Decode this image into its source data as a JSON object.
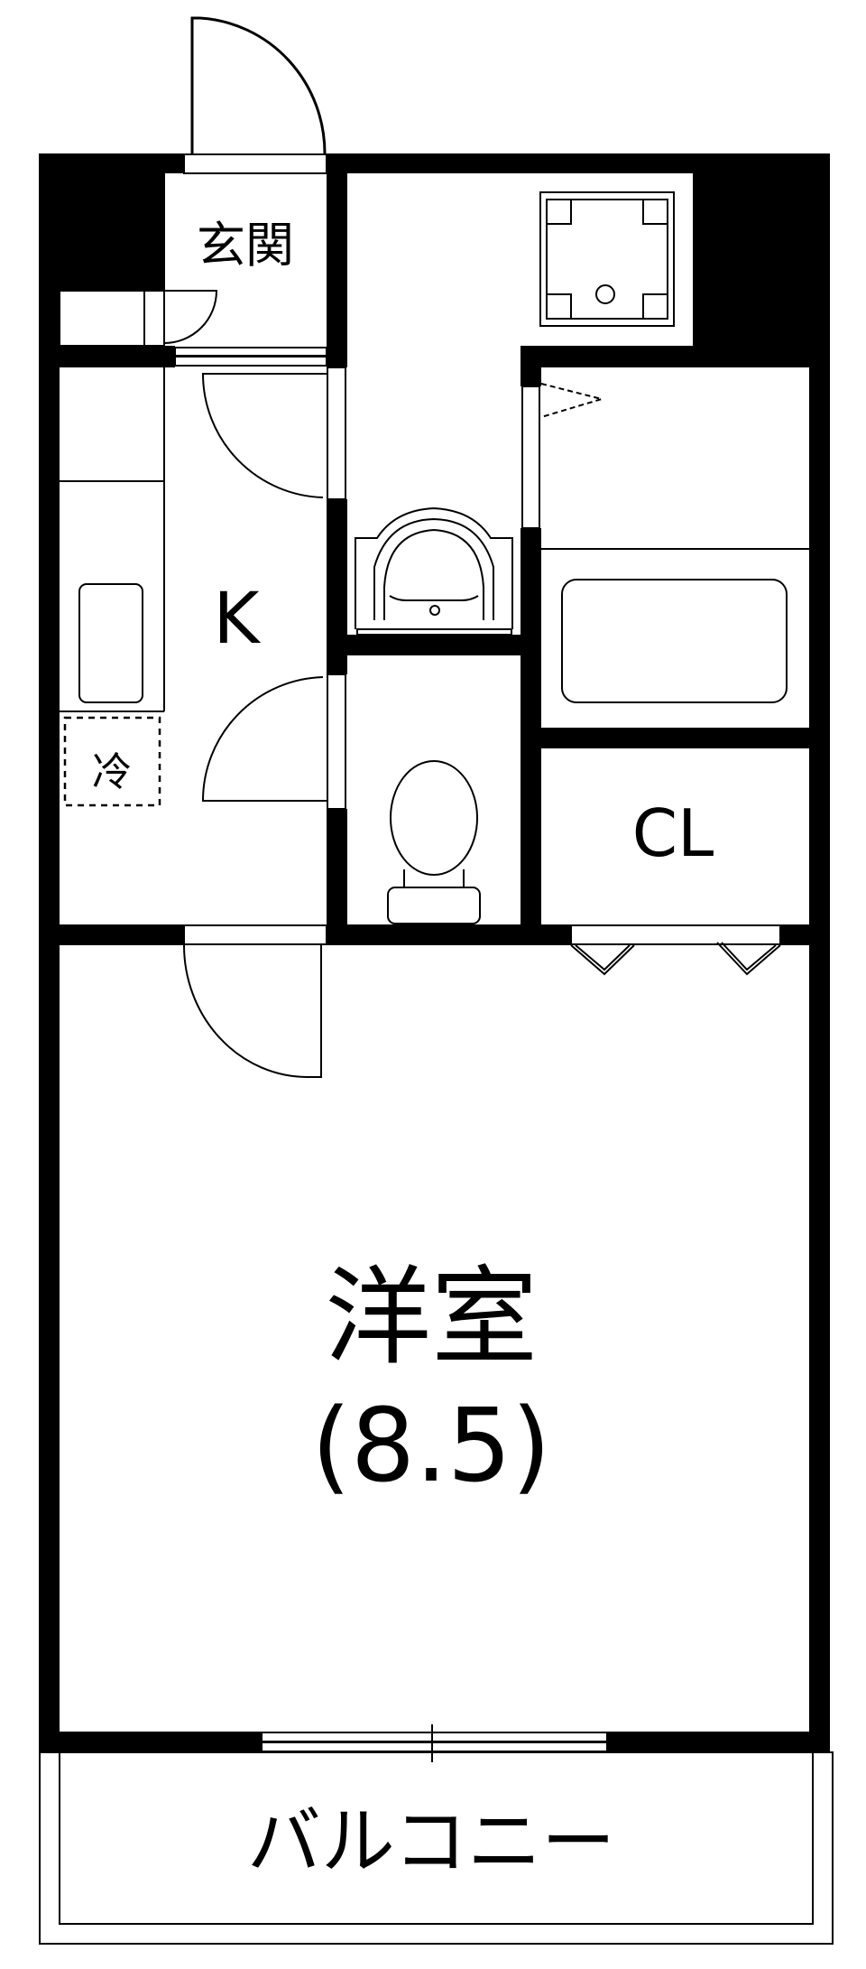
{
  "floorplan": {
    "colors": {
      "wall": "#000000",
      "background": "#ffffff",
      "line": "#000000"
    },
    "rooms": {
      "entrance": {
        "label": "玄関"
      },
      "kitchen": {
        "label": "K"
      },
      "refrigerator": {
        "label": "冷"
      },
      "closet": {
        "label": "CL"
      },
      "western_room": {
        "label": "洋室",
        "size": "(8.5)"
      },
      "balcony": {
        "label": "バルコニー"
      }
    },
    "fixtures": [
      "entry-door",
      "shoe-cabinet",
      "washing-machine-pan",
      "washbasin",
      "bathtub",
      "toilet",
      "kitchen-sink",
      "refrigerator-space",
      "closet-folding-doors",
      "balcony-window"
    ]
  }
}
